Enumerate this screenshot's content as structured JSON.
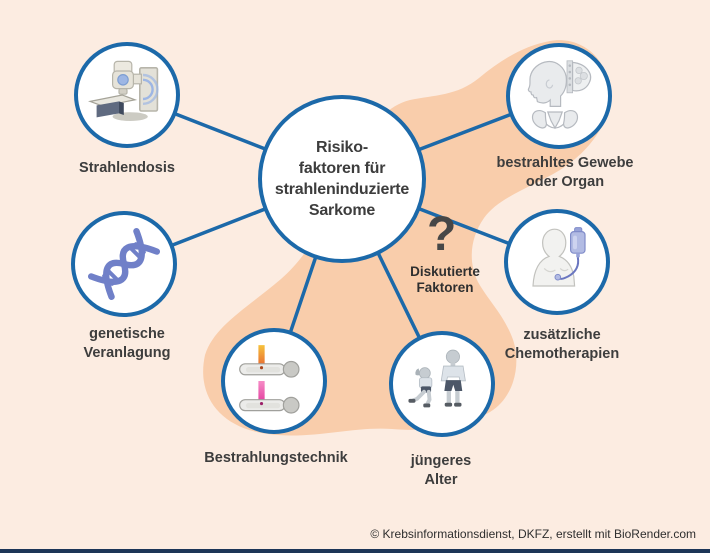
{
  "colors": {
    "page_background": "#fcece1",
    "highlight_blob": "#f9cdab",
    "accent_blue": "#1c69a9",
    "text": "#3d3d3d",
    "bottom_bar": "#1c3557",
    "dna_blue": "#7080c8",
    "beam_orange": "#ef9a3c",
    "beam_pink": "#ed5fae",
    "iv_bag_purple": "#b2bbe3"
  },
  "center": {
    "label": "Risiko-\nfaktoren für\nstrahleninduzierte\nSarkome"
  },
  "nodes": [
    {
      "id": "strahlendosis",
      "label": "Strahlendosis",
      "icon": "linac-icon"
    },
    {
      "id": "genetik",
      "label": "genetische\nVeranlagung",
      "icon": "dna-icon"
    },
    {
      "id": "technik",
      "label": "Bestrahlungstechnik",
      "icon": "radiation-beams-icon"
    },
    {
      "id": "alter",
      "label": "jüngeres\nAlter",
      "icon": "child-adult-icon"
    },
    {
      "id": "chemo",
      "label": "zusätzliche\nChemotherapien",
      "icon": "iv-infusion-icon"
    },
    {
      "id": "gewebe",
      "label": "bestrahltes Gewebe\noder Organ",
      "icon": "anatomy-icon"
    }
  ],
  "annotation": {
    "symbol": "?",
    "label": "Diskutierte\nFaktoren"
  },
  "footer": {
    "credit": "© Krebsinformationsdienst, DKFZ, erstellt mit BioRender.com"
  }
}
